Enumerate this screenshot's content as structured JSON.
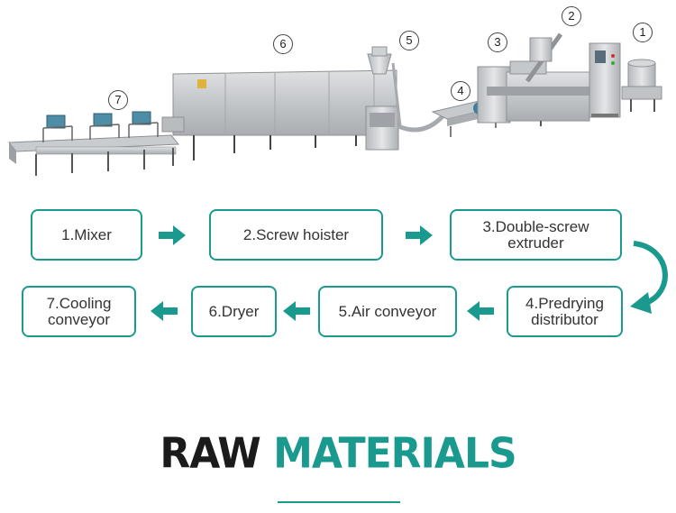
{
  "machine_labels": [
    "1",
    "2",
    "3",
    "4",
    "5",
    "6",
    "7"
  ],
  "steps": [
    {
      "label": "1.Mixer"
    },
    {
      "label": "2.Screw hoister"
    },
    {
      "label": "3.Double-screw\nextruder"
    },
    {
      "label": "4.Predrying\ndistributor"
    },
    {
      "label": "5.Air conveyor"
    },
    {
      "label": "6.Dryer"
    },
    {
      "label": "7.Cooling\nconveyor"
    }
  ],
  "title": {
    "word1": "RAW",
    "word2": "MATERIALS"
  },
  "colors": {
    "accent": "#1a9a8f",
    "text": "#1b1b1b",
    "machine": "#b9bcbf"
  }
}
